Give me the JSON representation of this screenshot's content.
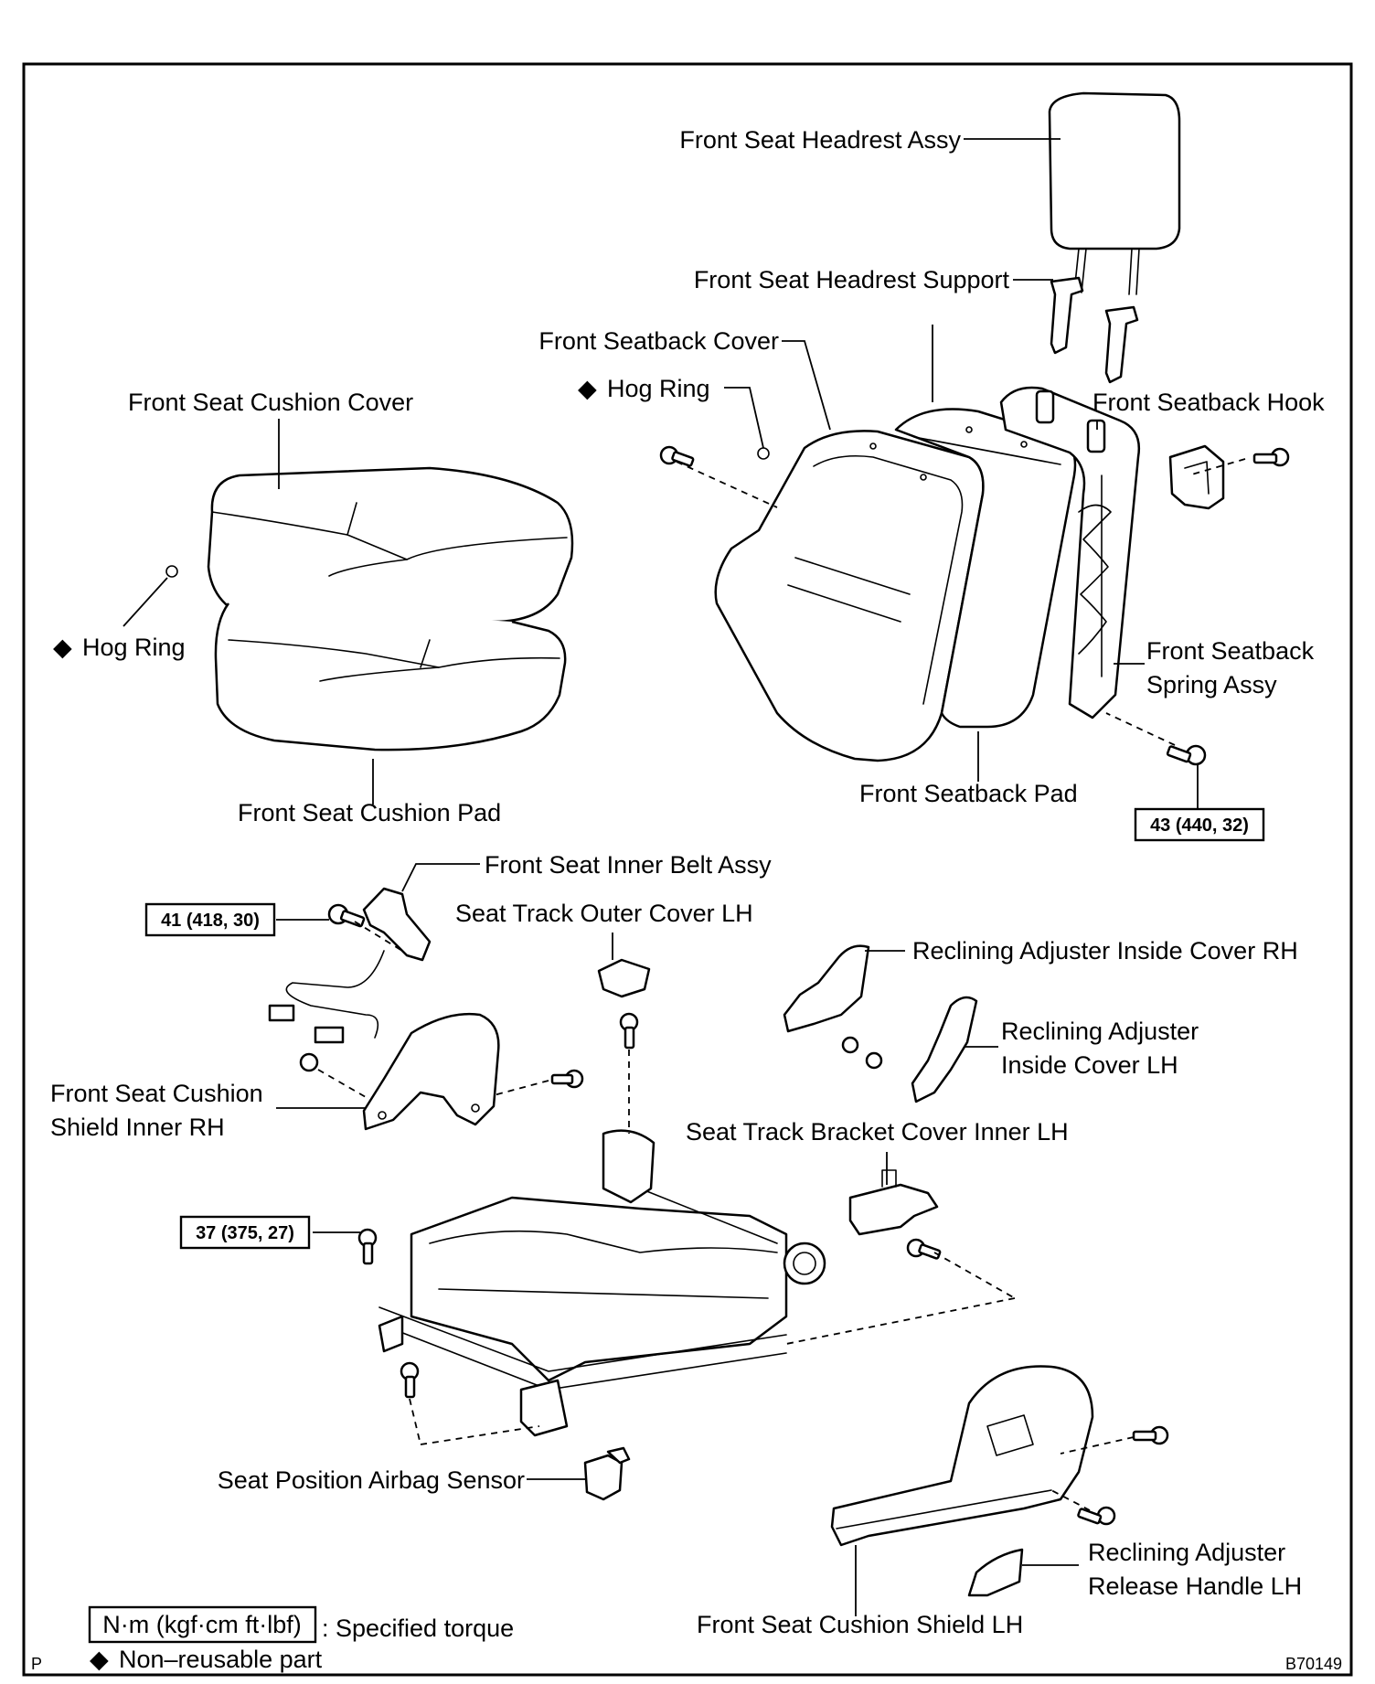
{
  "labels": {
    "headrest_assy": "Front Seat Headrest Assy",
    "headrest_support": "Front Seat Headrest Support",
    "seatback_cover": "Front Seatback Cover",
    "hog_ring_upper": "Hog Ring",
    "seat_cushion_cover": "Front Seat Cushion Cover",
    "seatback_hook": "Front Seatback Hook",
    "hog_ring_left": "Hog Ring",
    "seatback_spring_line1": "Front Seatback",
    "seatback_spring_line2": "Spring Assy",
    "seat_cushion_pad": "Front Seat Cushion Pad",
    "seatback_pad": "Front Seatback Pad",
    "inner_belt": "Front Seat Inner Belt Assy",
    "track_outer_cover": "Seat Track Outer Cover LH",
    "recl_inside_rh": "Reclining Adjuster Inside Cover RH",
    "recl_inside_lh_line1": "Reclining Adjuster",
    "recl_inside_lh_line2": "Inside Cover LH",
    "shield_inner_rh_line1": "Front Seat Cushion",
    "shield_inner_rh_line2": "Shield Inner RH",
    "track_bracket_cover": "Seat Track Bracket Cover Inner LH",
    "airbag_sensor": "Seat Position Airbag Sensor",
    "release_handle_line1": "Reclining Adjuster",
    "release_handle_line2": "Release Handle LH",
    "cushion_shield_lh": "Front Seat Cushion Shield LH"
  },
  "torques": {
    "t43": "43 (440, 32)",
    "t41": "41 (418, 30)",
    "t37": "37 (375, 27)"
  },
  "legend": {
    "unit_box": "N·m (kgf·cm ft·lbf)",
    "unit_text": ": Specified torque",
    "nonreusable": "Non–reusable part",
    "diamond_symbol": "◆"
  },
  "corner": {
    "left": "P",
    "figure_id": "B70149"
  }
}
